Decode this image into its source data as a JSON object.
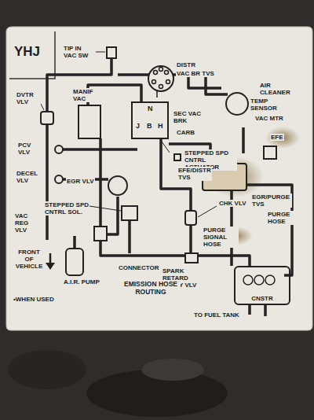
{
  "diagram": {
    "title": "YHJ",
    "caption": "EMISSION HOSE ROUTING",
    "nodes": [
      {
        "text": [
          "CNSTR"
        ]
      }
    ],
    "labels": [
      "TIP IN VAC SW",
      "DISTR",
      "VAC BR TVS",
      "AIR CLEANER",
      "TEMP SENSOR",
      "VAC MTR",
      "DVTR VLV",
      "MANIF VAC",
      "SEC VAC BRK",
      "CARB",
      "N",
      "J",
      "B",
      "H",
      "EFE",
      "STEPPED SPD CNTRL ACTUATOR",
      "PCV VLV",
      "EGR/PURGE TVS",
      "PURGE HOSE",
      "EFE/DISTR TVS",
      "DECEL VLV",
      "EGR VLV",
      "CHK VLV",
      "STEPPED SPD CNTRL SOL.",
      "VAC REG VLV",
      "PURGE SIGNAL HOSE",
      "FRONT OF VEHICLE",
      "A.I.R. PUMP",
      "•WHEN USED",
      "CONNECTOR",
      "SPARK RETARD DELAY VLV",
      "TO FUEL TANK"
    ]
  }
}
